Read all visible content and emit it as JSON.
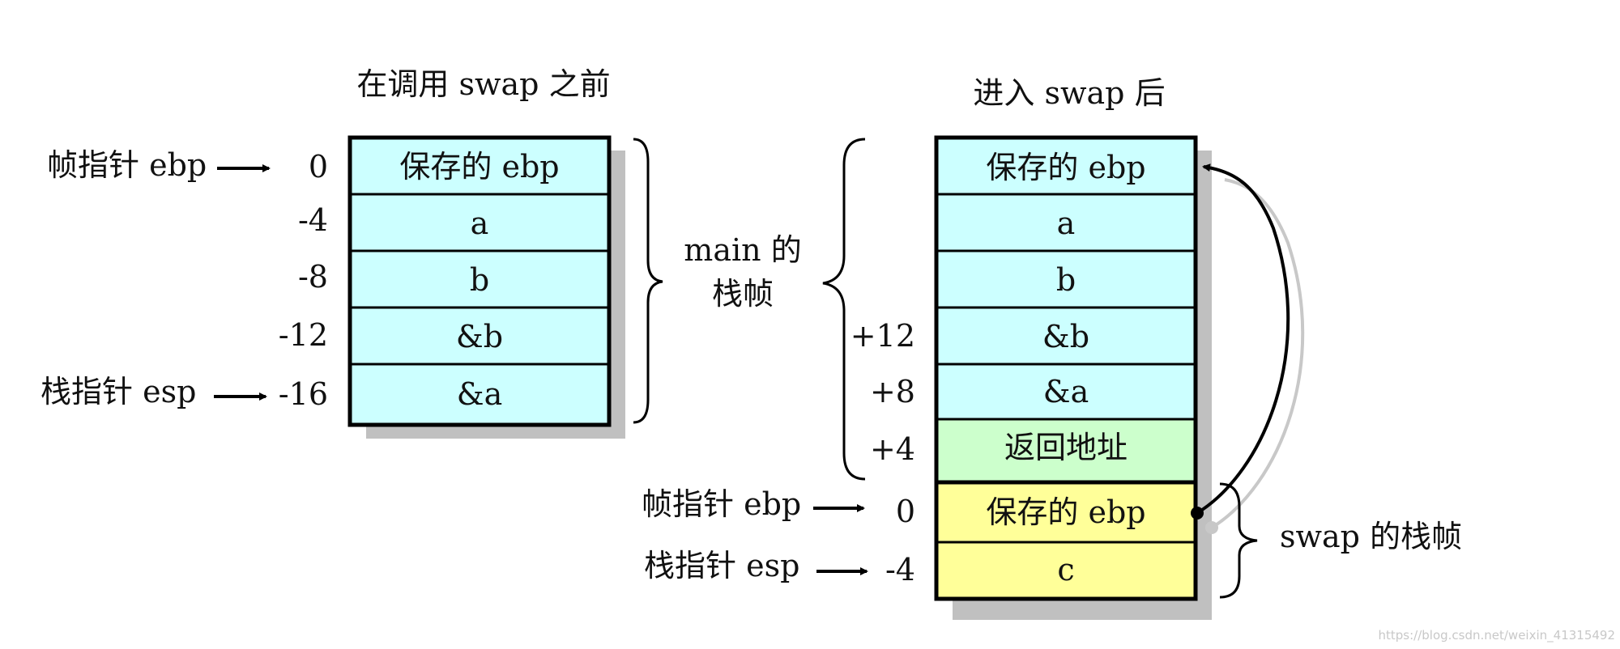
{
  "left_stack": {
    "title": "在调用 swap 之前",
    "rows": [
      {
        "text": "保存的 ebp",
        "offset": "0"
      },
      {
        "text": "a",
        "offset": "-4"
      },
      {
        "text": "b",
        "offset": "-8"
      },
      {
        "text": "&b",
        "offset": "-12"
      },
      {
        "text": "&a",
        "offset": "-16"
      }
    ],
    "ebp_label": "帧指针 ebp",
    "esp_label": "栈指针 esp",
    "brace_label_line1": "main 的",
    "brace_label_line2": "栈帧"
  },
  "right_stack": {
    "title": "进入 swap 后",
    "rows": [
      {
        "text": "保存的 ebp",
        "offset": ""
      },
      {
        "text": "a",
        "offset": ""
      },
      {
        "text": "b",
        "offset": ""
      },
      {
        "text": "&b",
        "offset": "+12"
      },
      {
        "text": "&a",
        "offset": "+8"
      },
      {
        "text": "返回地址",
        "offset": "+4"
      },
      {
        "text": "保存的 ebp",
        "offset": "0"
      },
      {
        "text": "c",
        "offset": "-4"
      }
    ],
    "ebp_label": "帧指针 ebp",
    "esp_label": "栈指针 esp",
    "swap_brace_label": "swap 的栈帧"
  },
  "colors": {
    "main_frame_cells": "#ccffff",
    "return_address_cell": "#ccffcc",
    "swap_frame_cells": "#ffff99",
    "shadow": "#c0c0c0"
  },
  "watermark": "https://blog.csdn.net/weixin_41315492"
}
